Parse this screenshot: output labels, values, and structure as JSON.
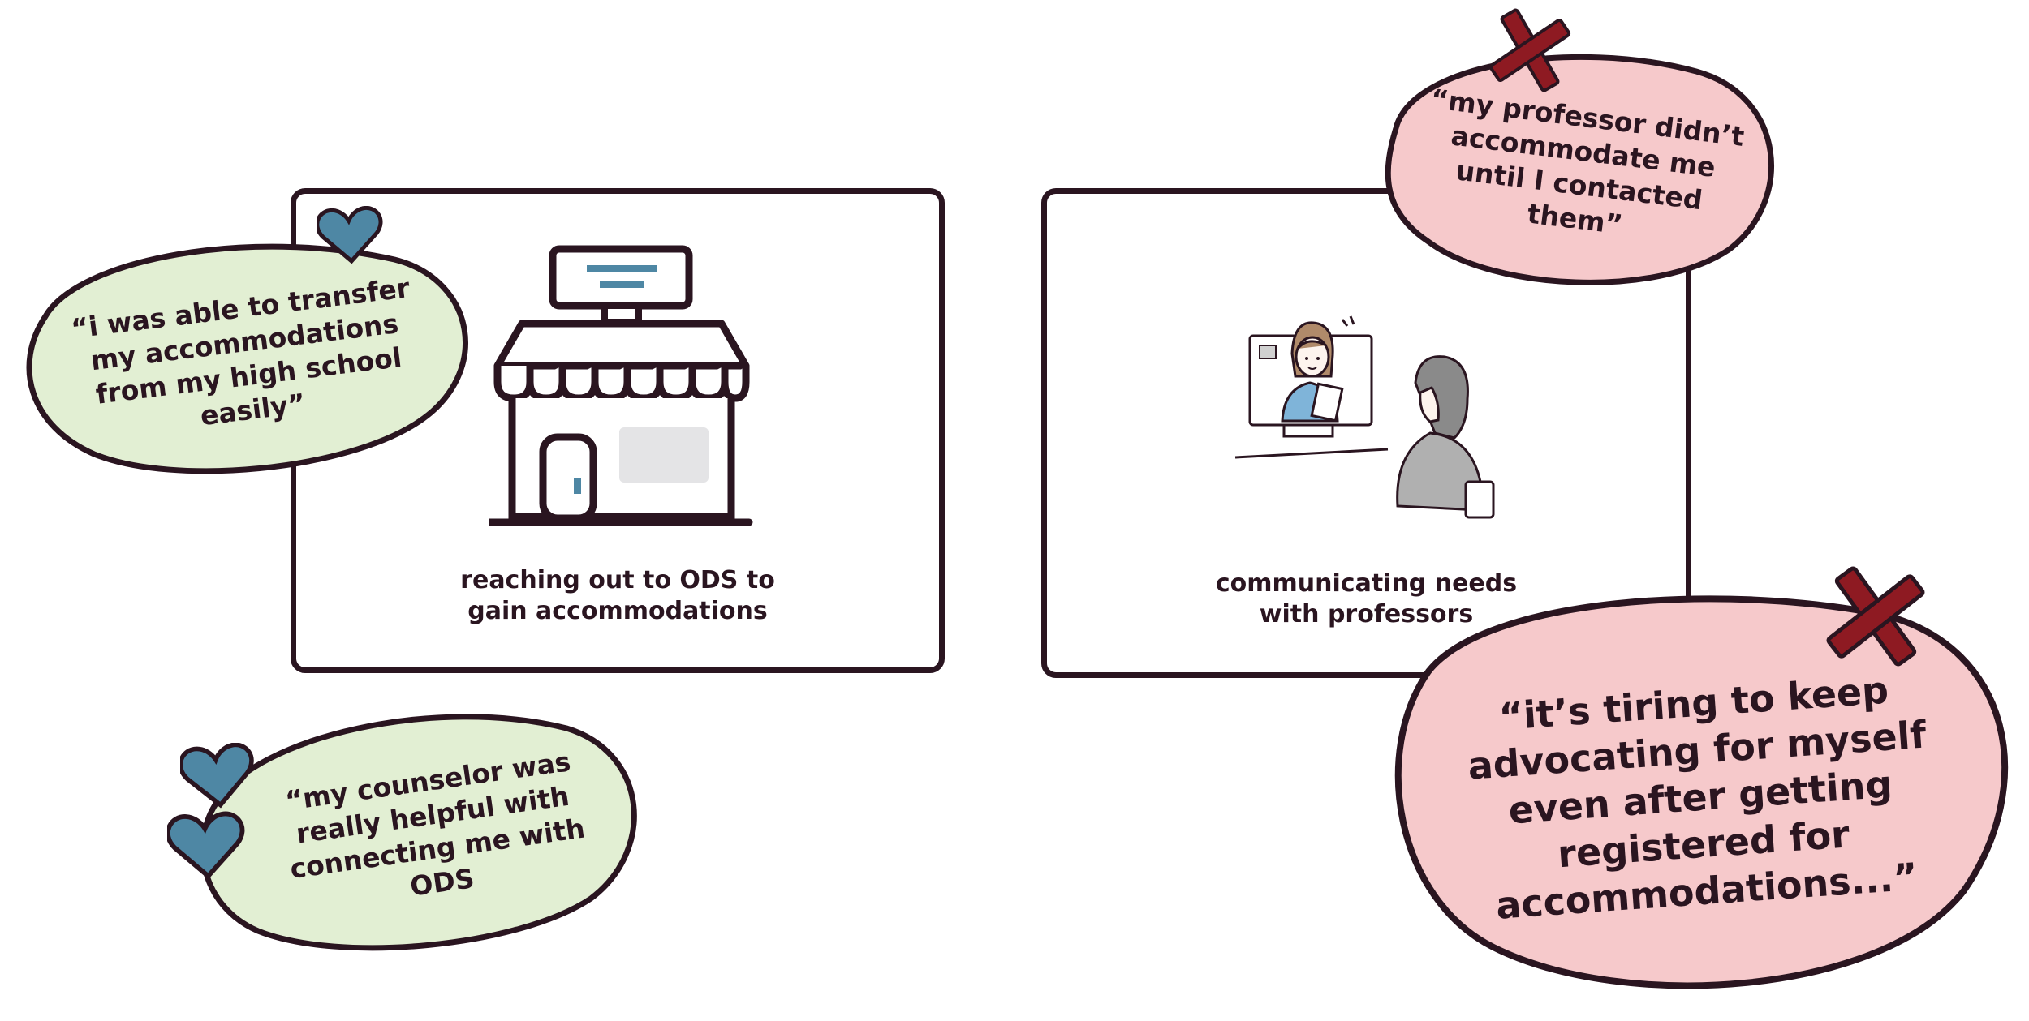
{
  "cards": [
    {
      "caption_line1": "reaching out to ODS to",
      "caption_line2": "gain accommodations",
      "illustration": "storefront-icon"
    },
    {
      "caption_line1": "communicating needs",
      "caption_line2": "with professors",
      "illustration": "video-call-illustration"
    }
  ],
  "quotes": {
    "transfer": {
      "lines": [
        "“i was able to transfer",
        "my accommodations",
        "from my high school",
        "easily”"
      ],
      "sentiment": "positive",
      "marker": "heart-icon"
    },
    "counselor": {
      "lines": [
        "“my counselor was",
        "really helpful with",
        "connecting me with",
        "ODS"
      ],
      "sentiment": "positive",
      "marker": "heart-icon"
    },
    "professor": {
      "lines": [
        "“my professor didn’t",
        "accommodate me",
        "until I contacted",
        "them”"
      ],
      "sentiment": "negative",
      "marker": "x-icon"
    },
    "tiring": {
      "lines": [
        "“it’s tiring to keep",
        "advocating for myself",
        "even after getting",
        "registered for",
        "accommodations...”"
      ],
      "sentiment": "negative",
      "marker": "x-icon"
    }
  },
  "colors": {
    "outline": "#2a1520",
    "positive_fill": "#e2efd3",
    "negative_fill": "#f6c9cb",
    "heart": "#4e87a4",
    "x_mark": "#8e1a22",
    "screen_accent": "#4e87a4",
    "window_gray": "#e4e4e6"
  }
}
